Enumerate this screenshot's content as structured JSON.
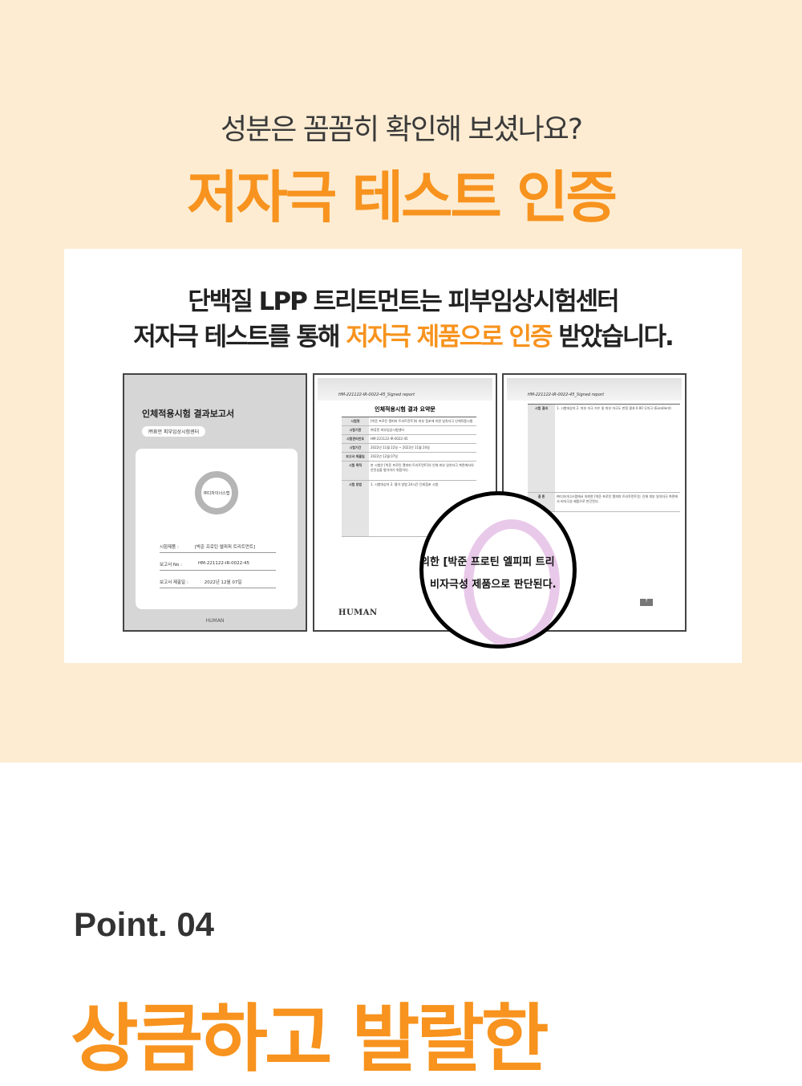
{
  "header": {
    "subtitle": "성분은 꼼꼼히 확인해 보셨나요?",
    "title": "저자극 테스트 인증"
  },
  "card": {
    "line1": "단백질 LPP 트리트먼트는 피부임상시험센터",
    "line2_a": "저자극 테스트를 통해 ",
    "line2_hl": "저자극 제품으로 인증",
    "line2_b": " 받았습니다."
  },
  "doc1": {
    "title": "인체적용시험 결과보고서",
    "center": "㈜휴먼 피부임상시험센터",
    "logo": "㈜디자이너스랩",
    "rows": [
      {
        "k": "시험제품 :",
        "v": "[박준 프로틴 엘피피 트리트먼트]"
      },
      {
        "k": "보고서 No :",
        "v": "HM-221122-IR-0022-45"
      },
      {
        "k": "보고서 제출일 :",
        "v": "2022년 12월 07일"
      }
    ],
    "footer": "HUMAN"
  },
  "doc2": {
    "report_no": "HM-221122-IR-0022-45_Signed report",
    "title": "인체적용시험 결과 요약문",
    "rows": [
      {
        "k": "시험명",
        "v": "[박준 프로틴 엘피피 트리트먼트]의 피부 첩포에 의한 일차자극 인체적용시험"
      },
      {
        "k": "시험기관",
        "v": "㈜휴먼 피부임상시험센터"
      },
      {
        "k": "시험관리번호",
        "v": "HM-221122-IR-0022-45"
      },
      {
        "k": "시험기간",
        "v": "2022년 11월 22일 ~ 2022년 11월 24일"
      },
      {
        "k": "보고서 제출일",
        "v": "2022년 12월 07일"
      },
      {
        "k": "시험 목적",
        "v": "본 시험은 [박준 프로틴 엘피피 트리트먼트]의 인체 피부 일차자극 측면에서의 안전성을 평가하기 위함이다."
      },
      {
        "k": "시험 방법",
        "v": "1. 시험대상자 2. 평가 방법 24시간 단회첩포 시험"
      }
    ],
    "footer": "HUMAN"
  },
  "doc3": {
    "report_no": "HM-221122-IR-0022-45_Signed report",
    "rows": [
      {
        "k": "시험 결과",
        "v": "1. 시험대상자 2. 피부 자극 지수 및 피부 자극도 판정 결과 0.00 무자극 (Excellent)"
      },
      {
        "k": "결 론",
        "v": "㈜디자이너스랩에서 의뢰한 [박준 프로틴 엘피피 트리트먼트]는 인체 피부 일차자극 측면에서 비자극성 제품으로 판단된다."
      }
    ],
    "page": "7"
  },
  "magnifier": {
    "line1": "의한 [박준 프로틴 엘피피 트리",
    "line2": "비자극성 제품으로 판단된다."
  },
  "point": {
    "label": "Point. 04",
    "title": "상큼하고 발랄한"
  }
}
